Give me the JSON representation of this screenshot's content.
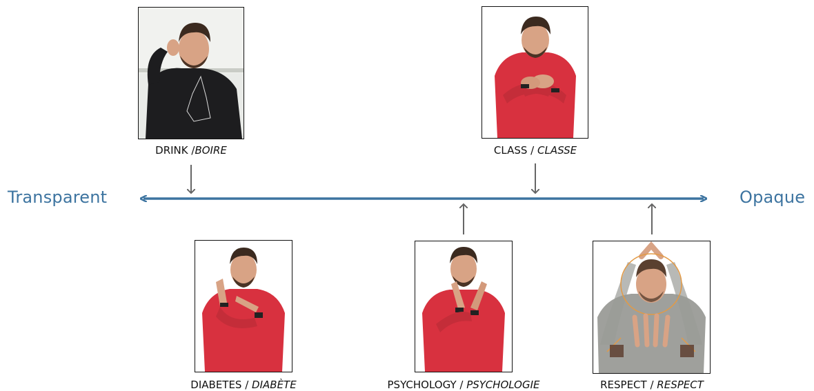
{
  "axis": {
    "left_label": "Transparent",
    "right_label": "Opaque",
    "color": "#3d74a0"
  },
  "signs": [
    {
      "id": "drink",
      "en": "DRINK",
      "sep": " /",
      "fr": "BOIRE",
      "position": "above",
      "background": "classroom",
      "sweater": "black"
    },
    {
      "id": "class",
      "en": "CLASS",
      "sep": " / ",
      "fr": "CLASSE",
      "position": "above",
      "background": "white",
      "sweater": "red"
    },
    {
      "id": "diabetes",
      "en": "DIABETES",
      "sep": " / ",
      "fr": "DIABÈTE",
      "position": "below",
      "background": "white",
      "sweater": "red"
    },
    {
      "id": "psychology",
      "en": "PSYCHOLOGY",
      "sep": " / ",
      "fr": "PSYCHOLOGIE",
      "position": "below",
      "background": "white",
      "sweater": "red"
    },
    {
      "id": "respect",
      "en": "RESPECT",
      "sep": " / ",
      "fr": "RESPECT",
      "position": "below",
      "background": "white",
      "sweater": "grey"
    }
  ],
  "colors": {
    "pointer_arrow": "#666666",
    "red_sweater": "#d8313f",
    "black_sweater": "#1d1d1f",
    "grey_sweater": "#8e8f8b",
    "motion_trace": "#e39a45"
  }
}
